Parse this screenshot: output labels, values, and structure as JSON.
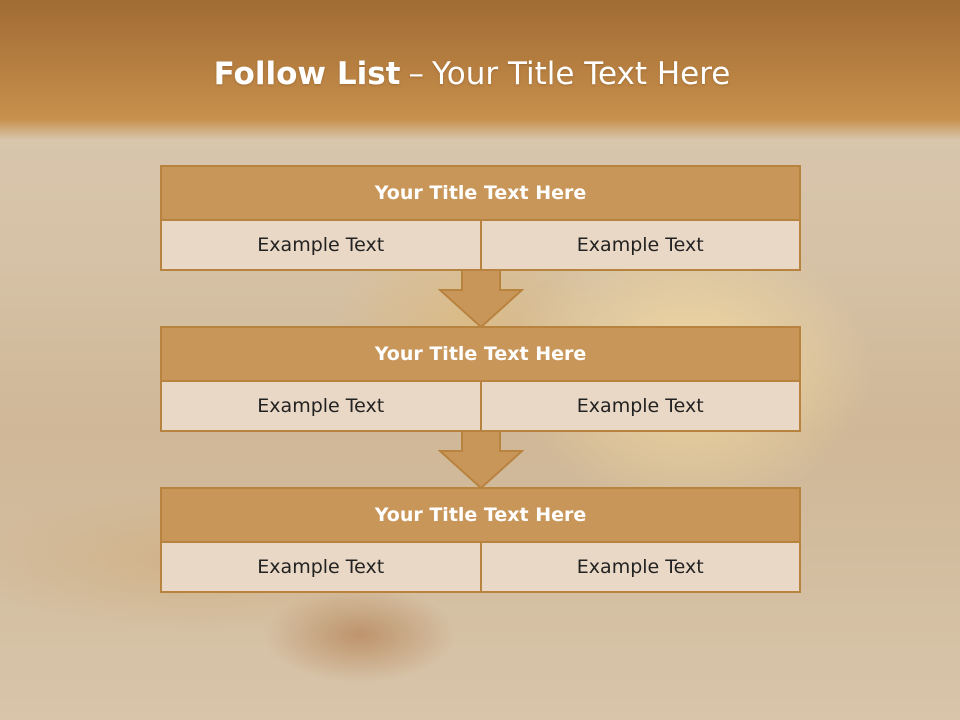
{
  "slide": {
    "title_bold": "Follow List",
    "title_separator": "–",
    "title_rest": "Your Title Text Here"
  },
  "blocks": [
    {
      "title": "Your Title Text Here",
      "left": "Example Text",
      "right": "Example Text"
    },
    {
      "title": "Your Title Text Here",
      "left": "Example Text",
      "right": "Example Text"
    },
    {
      "title": "Your Title Text Here",
      "left": "Example Text",
      "right": "Example Text"
    }
  ],
  "colors": {
    "header": "#b57e40",
    "block_title_fill": "#c9965a",
    "block_border": "#b8833f",
    "cell_fill": "#ead8c6",
    "arrow_fill": "#c9965a"
  }
}
